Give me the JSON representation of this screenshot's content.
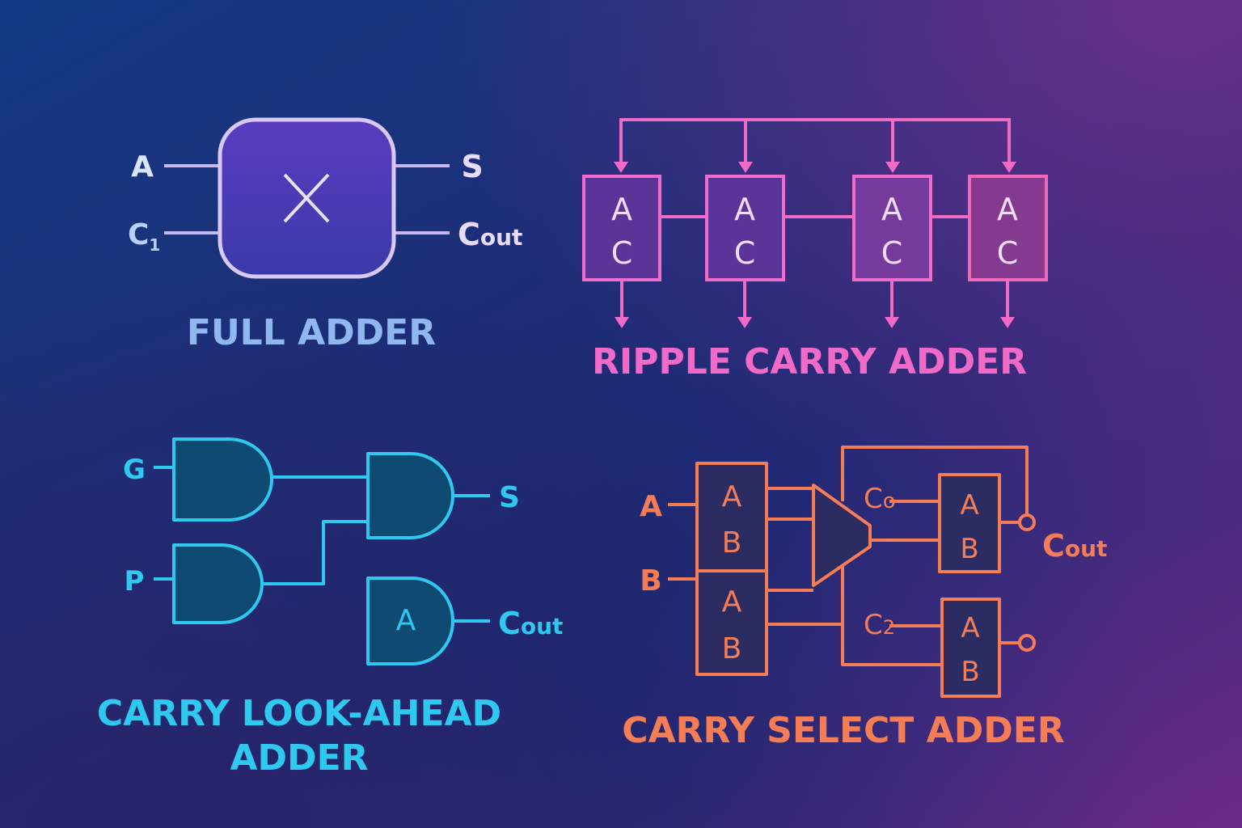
{
  "full_adder": {
    "title": "FULL ADDER",
    "in_a": "A",
    "in_c": "C",
    "in_c_sub": "1",
    "out_s": "S",
    "out_cout": "C",
    "out_cout_sub": "out",
    "color": "#8fb8f0"
  },
  "ripple_carry": {
    "title": "RIPPLE CARRY ADDER",
    "cells": [
      {
        "top": "A",
        "bottom": "C"
      },
      {
        "top": "A",
        "bottom": "C"
      },
      {
        "top": "A",
        "bottom": "C"
      },
      {
        "top": "A",
        "bottom": "C"
      }
    ],
    "color": "#f06ac8"
  },
  "carry_lookahead": {
    "title_line1": "CARRY LOOK-AHEAD",
    "title_line2": "ADDER",
    "in_g": "G",
    "in_p": "P",
    "out_s": "S",
    "gate_label": "A",
    "out_cout": "C",
    "out_cout_sub": "out",
    "color": "#2fc8ee"
  },
  "carry_select": {
    "title": "CARRY SELECT ADDER",
    "in_a": "A",
    "in_b": "B",
    "left_blocks": [
      {
        "top": "A",
        "bottom": "B"
      },
      {
        "top": "A",
        "bottom": "B"
      }
    ],
    "right_blocks": [
      {
        "top": "A",
        "bottom": "B"
      },
      {
        "top": "A",
        "bottom": "B"
      }
    ],
    "c0": "C",
    "c0_sub": "o",
    "c2": "C",
    "c2_sub": "2",
    "out_cout": "C",
    "out_cout_sub": "out",
    "color": "#f57d55"
  }
}
